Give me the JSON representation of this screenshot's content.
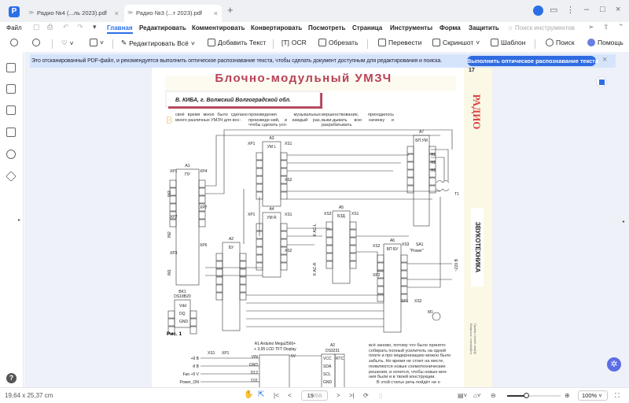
{
  "tabs": [
    {
      "label": "Радио №4 (...ль 2023).pdf",
      "active": false
    },
    {
      "label": "Радио №3 (...т 2023).pdf",
      "active": true
    }
  ],
  "menu": {
    "file": "Файл",
    "items": [
      "Главная",
      "Редактировать",
      "Комментировать",
      "Конвертировать",
      "Посмотреть",
      "Страница",
      "Инструменты",
      "Форма",
      "Защитить"
    ],
    "search_placeholder": "Поиск инструментов"
  },
  "toolbar": {
    "edit_all": "Редактировать Всё",
    "add_text": "Добавить Текст",
    "ocr": "OCR",
    "crop": "Обрезать",
    "translate": "Перевести",
    "screenshot": "Скриншот",
    "template": "Шаблон",
    "search": "Поиск",
    "help": "Помощь"
  },
  "banner": {
    "text": "Это отсканированный PDF-файл, и рекомендуется выполнить оптическое распознавание текста, чтобы сделать документ доступным для редактирования и поиска.",
    "button": "Выполнить оптическое распознавание текста"
  },
  "document": {
    "page_number": "17",
    "title": "Блочно-модульный УМЗЧ",
    "author": "В. КИБА, г. Волжский Волгоградской обл.",
    "drop_cap": "В",
    "columns": [
      "своё время мною было сделано много различных УМЗЧ для вос-",
      "произведения музыкальных произведе-ний, и каждый раз, чтобы сделать усо-",
      "вершенствование, приходилось выки-дывать всю начинку и разрабатывать"
    ],
    "fig_caption": "Рис. 1",
    "body_lines": [
      "всё заново, потому что было принято",
      "собирать полный усилитель на одной",
      "плате и про модернизацию можно было",
      "забыть. Но время не стоит на месте,",
      "появляются новые схемотехнические",
      "решения, и хочется, чтобы новые вея-",
      "ния были и в твоей конструкции.",
      "В этой статье речь пойдёт не о"
    ],
    "magazine": "РАДИО",
    "section": "ЗВУКОТЕХНИКА",
    "side_note": [
      "Приём статей: mail@",
      "Вопросы: consult@ra"
    ],
    "schematic": {
      "blocks": [
        {
          "ref": "A1",
          "name": "ПУ"
        },
        {
          "ref": "A3",
          "name": "УМ L"
        },
        {
          "ref": "A4",
          "name": "УМ R"
        },
        {
          "ref": "A2",
          "name": "БУ"
        },
        {
          "ref": "A5",
          "name": "БЗД"
        },
        {
          "ref": "A6",
          "name": "БП БУ"
        },
        {
          "ref": "A7",
          "name": "БП УМ"
        },
        {
          "ref": "BK1",
          "name": "DS18B20"
        }
      ],
      "labels": [
        "XP1",
        "XP4",
        "XP2",
        "XP3",
        "XP7",
        "XP6",
        "XS1",
        "XS2",
        "XS3",
        "XP1",
        "XS1",
        "XS2",
        "XP1",
        "XS1",
        "XS2",
        "XS3",
        "XP2",
        "XP1",
        "XS2",
        "SA1",
        "\"Power\"",
        "T1",
        "M1",
        "~220 В",
        "K AC-L",
        "K AC-R",
        "IN1",
        "IN2",
        "IN3",
        "X1",
        "X2",
        "X3",
        "Vdd",
        "DQ",
        "GND"
      ],
      "fig2": {
        "a1": "A1 Arduino Mega2560+",
        "a1b": "+ 3,95 LCD TFT Display",
        "a2": "A2",
        "a2b": "DS3231",
        "conn": [
          "XS1",
          "XP1"
        ],
        "signals": [
          "+9 В",
          "-9 В",
          "Fan +5 V",
          "Power_ON"
        ],
        "pins": [
          "VIN",
          "GND",
          "D12",
          "D11"
        ],
        "v5": "5V",
        "rtc": [
          "VCC",
          "SDA",
          "SCL",
          "GND"
        ],
        "rtc_label": "RTC"
      }
    }
  },
  "status": {
    "size": "19,64 x 25,37 cm",
    "page_current": "19",
    "page_total": "68",
    "zoom": "100%"
  }
}
